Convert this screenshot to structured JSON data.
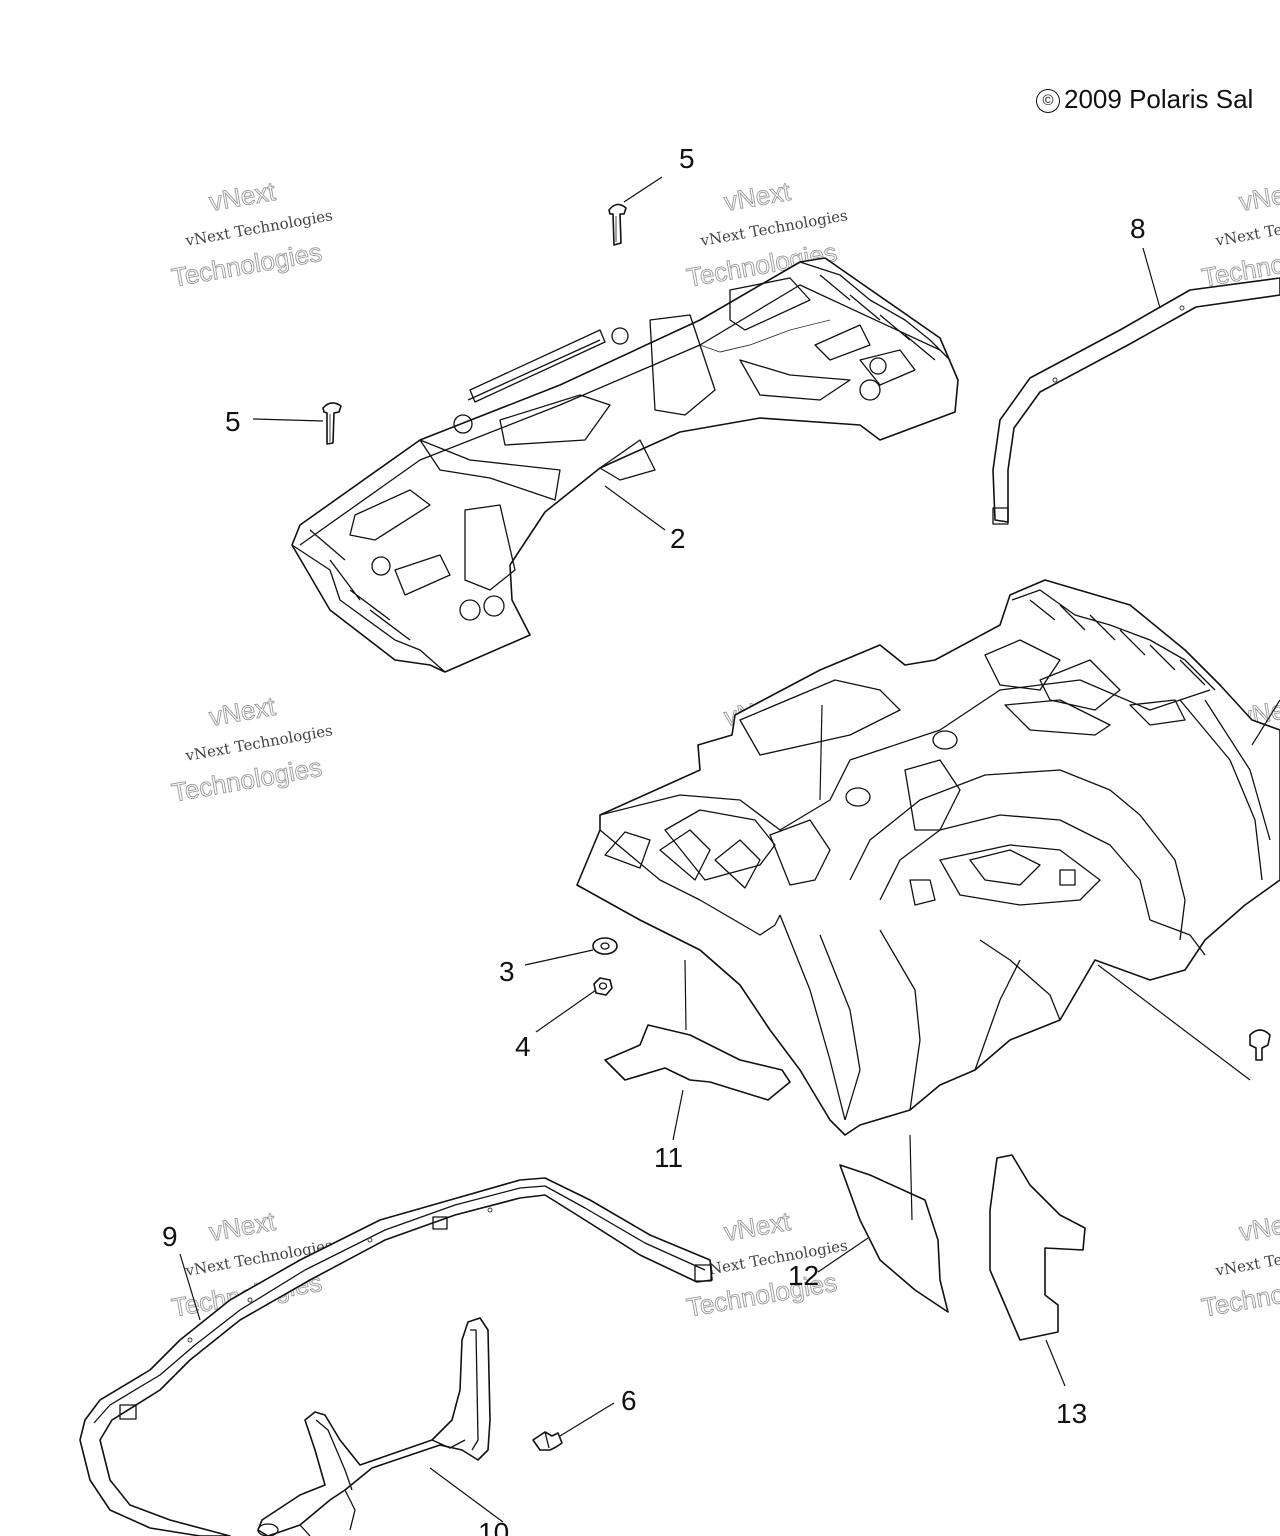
{
  "copyright": {
    "symbol": "©",
    "text": "2009 Polaris Sal"
  },
  "callouts": [
    "5",
    "5",
    "8",
    "2",
    "3",
    "4",
    "11",
    "9",
    "12",
    "6",
    "13",
    "10"
  ],
  "watermark": {
    "line1": "vNext Technologies",
    "line2": "vNext",
    "line3": "Technologies"
  }
}
